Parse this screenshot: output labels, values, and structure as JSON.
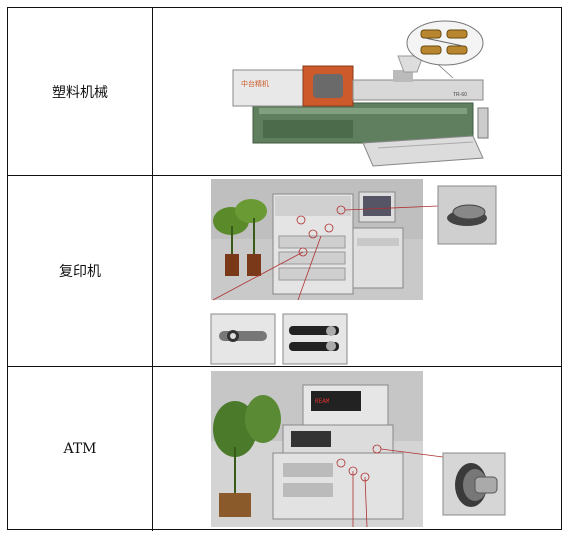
{
  "rows": [
    {
      "label": "塑料机械",
      "machine_brand": "中台精机",
      "machine_model": "TR-60"
    },
    {
      "label": "复印机"
    },
    {
      "label": "ATM",
      "display_text": "REAM"
    }
  ],
  "colors": {
    "border": "#111111",
    "accent": "#cc5a2a",
    "frame_green": "#5a7a5a",
    "callout_line": "#b03030"
  }
}
